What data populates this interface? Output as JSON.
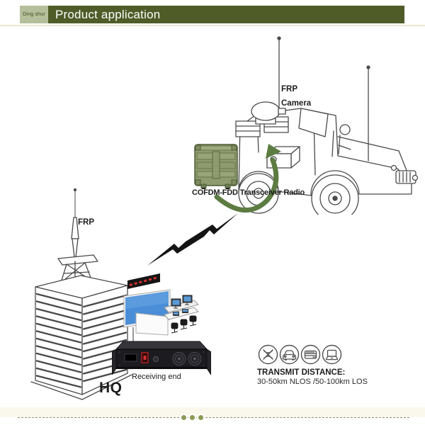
{
  "header": {
    "logo_text": "Ding shur",
    "title": "Product application"
  },
  "diagram": {
    "vehicle": {
      "frp_label": "FRP",
      "camera_label": "Camera"
    },
    "transceiver_label": "COFDM-FDD Transceiver Radio",
    "building_antenna_label": "FRP",
    "hq_label": "HQ",
    "receiving_end_label": "Receiving end"
  },
  "transmit": {
    "title": "TRANSMIT DISTANCE:",
    "detail": "30-50km NLOS /50-100km LOS"
  },
  "icons": [
    "antenna-icon",
    "car-icon",
    "rack-icon",
    "laptop-icon"
  ],
  "colors": {
    "header_bar": "#4f5c28",
    "header_badge": "#b5bf9b",
    "case_green": "#8d9b6e",
    "arrow_green": "#5c7c42",
    "screen_blue": "#4a8ed8",
    "led_red": "#d03030",
    "dot_olive": "#8a9a55",
    "line_art": "#4a4a4a"
  }
}
